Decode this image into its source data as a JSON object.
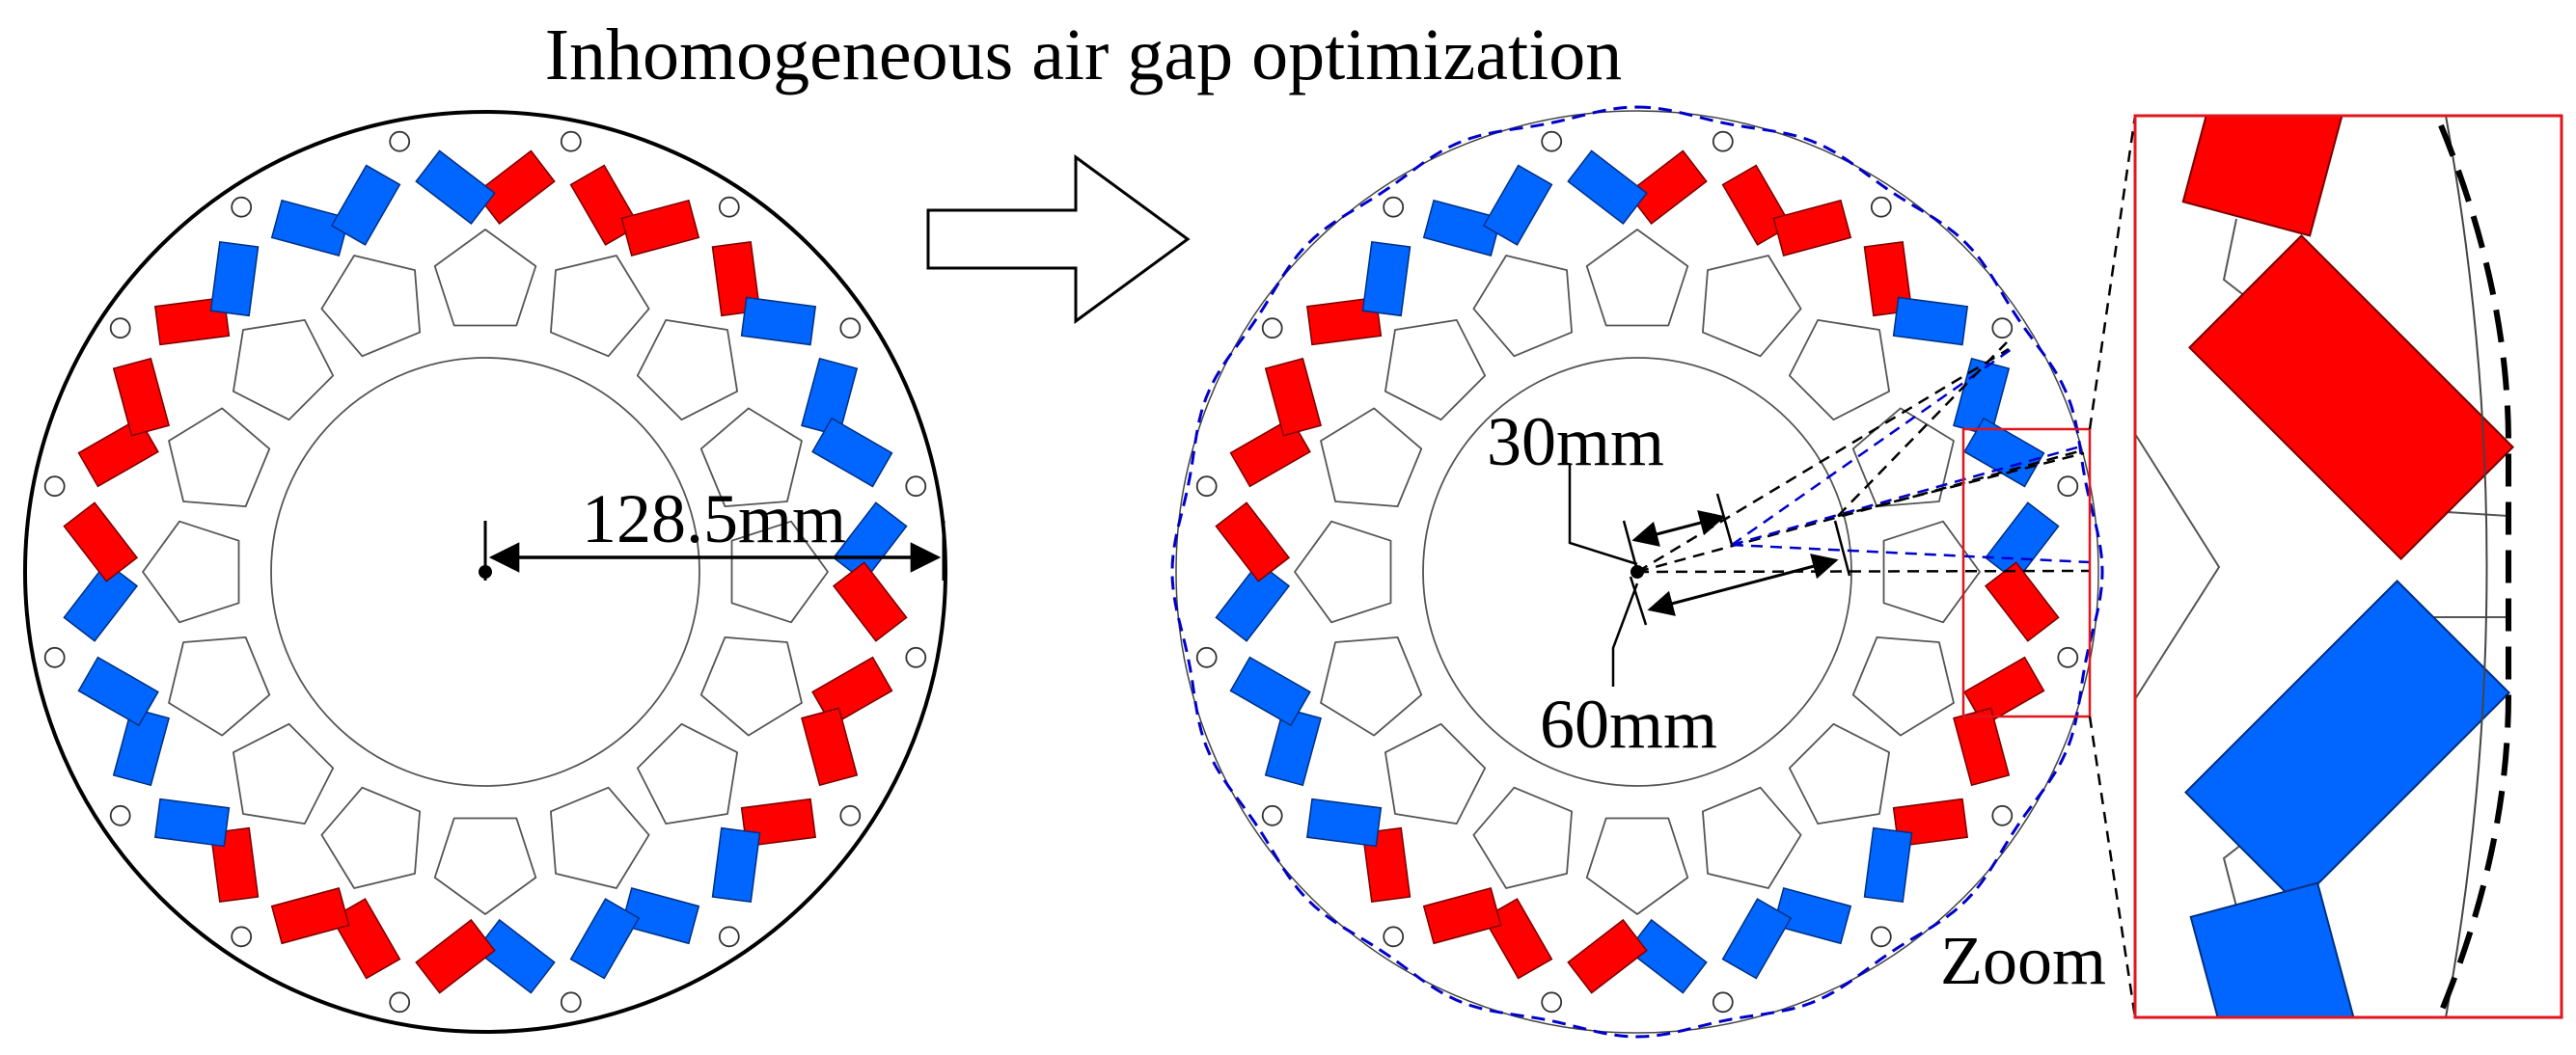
{
  "title": "Inhomogeneous air gap optimization",
  "labels": {
    "outer_radius": "128.5mm",
    "offset_small": "30mm",
    "offset_large": "60mm",
    "zoom": "Zoom"
  },
  "colors": {
    "magnet_red": "#ff0000",
    "magnet_blue": "#0066ff",
    "optimized_contour": "#0000cc",
    "zoom_frame": "#e0161e",
    "outline": "#000000"
  },
  "geometry_notes": {
    "pole_pairs_shown": 8,
    "shapes": [
      "original-rotor",
      "optimized-rotor",
      "zoom-detail"
    ]
  }
}
